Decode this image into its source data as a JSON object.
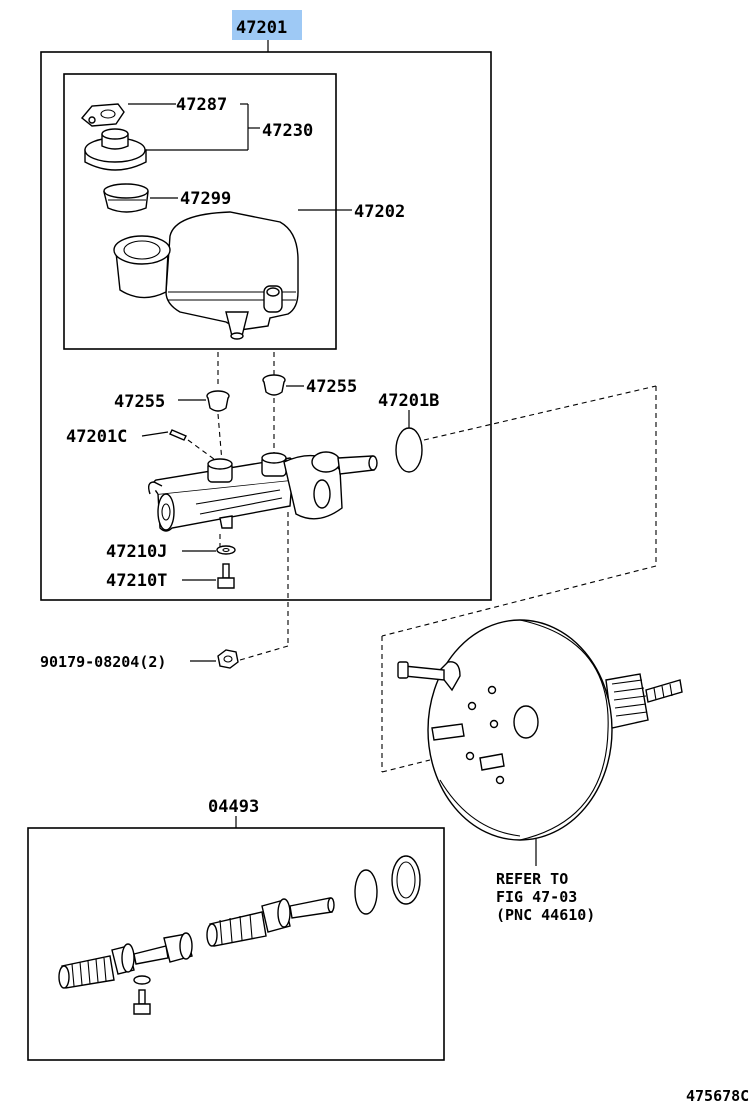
{
  "diagram": {
    "figure_id": "475678C",
    "highlight_color": "#9ec9f5",
    "callouts": {
      "assy": "47201",
      "reservoir_set": "47230",
      "reservoir_cap": "47287",
      "reservoir_strainer": "47299",
      "reservoir_assy": "47202",
      "grommet_left": "47255",
      "grommet_right": "47255",
      "oring": "47201B",
      "pin": "47201C",
      "gasket": "47210J",
      "bolt": "47210T",
      "nut": "90179-08204(2)",
      "kit": "04493"
    },
    "reference": {
      "line1": "REFER TO",
      "line2": "FIG 47-03",
      "line3": "(PNC 44610)"
    }
  }
}
